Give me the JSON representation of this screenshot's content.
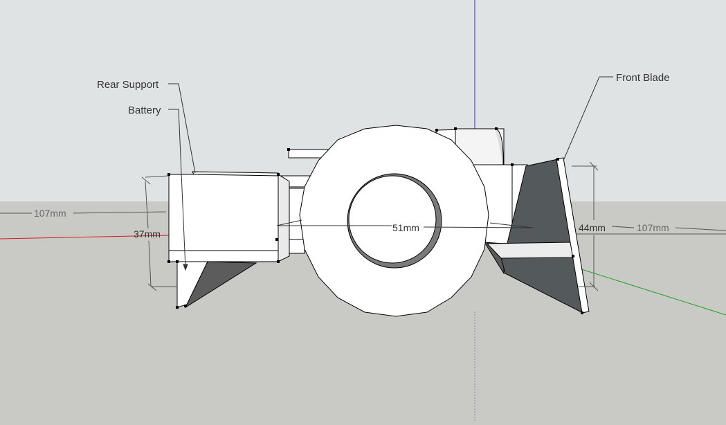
{
  "viewport": {
    "sky_color": "#dfe3e3",
    "ground_color": "#c9c9c6",
    "axis_colors": {
      "blue": "#3030d0",
      "red": "#d02020",
      "green": "#20a020"
    }
  },
  "labels": {
    "rear_support": "Rear Support",
    "battery": "Battery",
    "front_blade": "Front Blade"
  },
  "dimensions": {
    "left_length": "107mm",
    "height_rear": "37mm",
    "wheel_diameter": "51mm",
    "height_front": "44mm",
    "right_length": "107mm"
  }
}
